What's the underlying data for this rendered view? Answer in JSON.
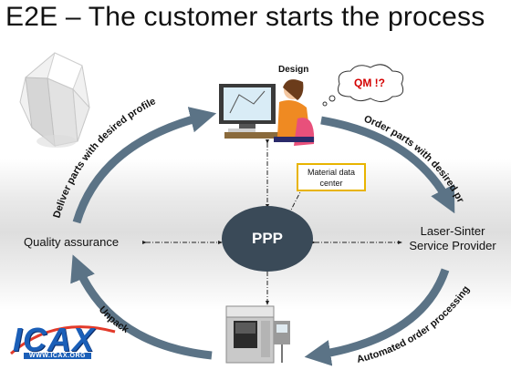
{
  "title": "E2E – The customer starts the process",
  "nodes": {
    "design": "Design",
    "qm": "QM !?",
    "material_data_center": "Material data center",
    "ppp": "PPP",
    "quality_assurance": "Quality assurance",
    "service_provider": "Laser-Sinter Service Provider"
  },
  "arrows": {
    "order_parts": "Order parts with desired profile",
    "automated_processing": "Automated order processing",
    "unpack": "Unpack",
    "deliver_parts": "Deliver parts with desired profile"
  },
  "logo": {
    "text": "ICAX",
    "url": "WWW.ICAX.ORG"
  },
  "colors": {
    "cycle_arrow": "#5b7386",
    "ppp_fill": "#3a4a58",
    "material_box_border": "#e8b400",
    "qm_text": "#d40000",
    "logo_blue": "#1b5fb8"
  },
  "icons": [
    "part-model-icon",
    "designer-workstation-icon",
    "thought-cloud-icon",
    "laser-sintering-machine-icon",
    "icax-logo"
  ]
}
